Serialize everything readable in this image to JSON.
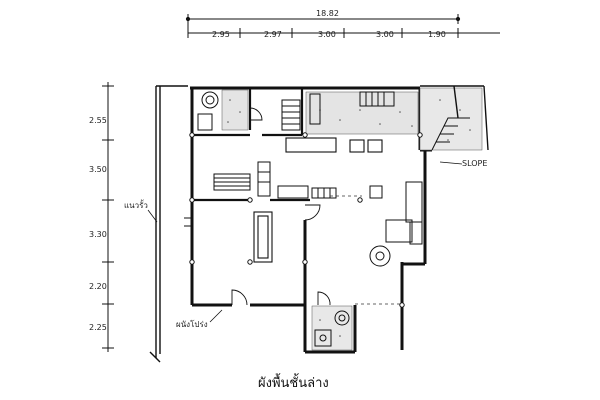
{
  "dimensions_top": {
    "total": "18.82",
    "segments": [
      "2.95",
      "2.97",
      "3.00",
      "3.00",
      "1.90"
    ]
  },
  "dimensions_left": [
    "2.55",
    "3.50",
    "3.30",
    "2.20",
    "2.25"
  ],
  "labels": {
    "slope": "SLOPE",
    "left_side": "แนวรั้ว",
    "bottom_left": "ผนังโปร่ง",
    "title": "ผังพื้นชั้นล่าง"
  }
}
